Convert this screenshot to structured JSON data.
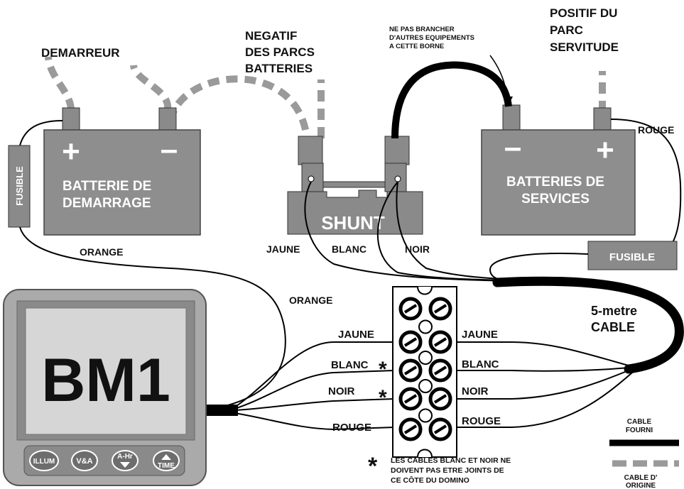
{
  "labels": {
    "demarreur": "DEMARREUR",
    "negatif_line1": "NEGATIF",
    "negatif_line2": "DES PARCS",
    "negatif_line3": "BATTERIES",
    "ne_pas_line1": "NE PAS BRANCHER",
    "ne_pas_line2": "D'AUTRES EQUIPEMENTS",
    "ne_pas_line3": "A CETTE BORNE",
    "positif_line1": "POSITIF DU",
    "positif_line2": "PARC",
    "positif_line3": "SERVITUDE",
    "rouge_top": "ROUGE",
    "fusible_left": "FUSIBLE",
    "fusible_right": "FUSIBLE",
    "orange_1": "ORANGE",
    "orange_2": "ORANGE",
    "jaune_shunt": "JAUNE",
    "blanc_shunt": "BLANC",
    "noir_shunt": "NOIR",
    "five_metre_line1": "5-metre",
    "five_metre_line2": "CABLE",
    "footnote_star": "*",
    "footnote_line1": "LES CABLES BLANC ET NOIR NE",
    "footnote_line2": "DOIVENT PAS ETRE JOINTS DE",
    "footnote_line3": "CE CÔTE DU DOMINO"
  },
  "battery_start": {
    "plus": "+",
    "minus": "–",
    "line1": "BATTERIE DE",
    "line2": "DEMARRAGE"
  },
  "battery_service": {
    "plus": "+",
    "minus": "–",
    "line1": "BATTERIES DE",
    "line2": "SERVICES"
  },
  "shunt": {
    "label": "SHUNT"
  },
  "domino": {
    "left": [
      "JAUNE",
      "BLANC",
      "NOIR",
      "ROUGE"
    ],
    "right": [
      "JAUNE",
      "BLANC",
      "NOIR",
      "ROUGE"
    ],
    "star": "*"
  },
  "monitor": {
    "display": "BM1",
    "buttons": [
      "ILLUM",
      "V&A",
      "A-Hr",
      "TIME"
    ]
  },
  "legend": {
    "supplied_line1": "CABLE",
    "supplied_line2": "FOURNI",
    "original_line1": "CABLE D'",
    "original_line2": "ORIGINE"
  },
  "colors": {
    "terminal": "#8a8a8a",
    "battery": "#8e8e8e",
    "dashed": "#9a9a9a",
    "cable": "#000000"
  }
}
